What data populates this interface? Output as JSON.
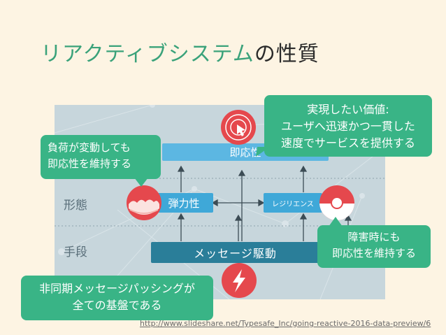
{
  "title": {
    "accent": "リアクティブシステム",
    "rest": "の性質"
  },
  "rows": {
    "form": "形態",
    "means": "手段"
  },
  "diagram": {
    "ondemand": "即応性",
    "elastic": "弾力性",
    "resilient": "レジリエンス",
    "message": "メッセージ駆動"
  },
  "callouts": {
    "value": [
      "実現したい価値:",
      "ユーザへ迅速かつ一貫した",
      "速度でサービスを提供する"
    ],
    "load": [
      "負荷が変動しても",
      "即応性を維持する"
    ],
    "failure": [
      "障害時にも",
      "即応性を維持する"
    ],
    "async": [
      "非同期メッセージパッシングが",
      "全ての基盤である"
    ]
  },
  "source_url": "http://www.slideshare.net/Typesafe_Inc/going-reactive-2016-data-preview/6",
  "icons": {
    "ondemand": "touch-target-icon",
    "elastic": "elastic-ball-icon",
    "resilient": "pokeball-icon",
    "message": "lightning-icon"
  },
  "colors": {
    "accent": "#3aa27a",
    "callout": "#39b486",
    "bar_light": "#5cb7e2",
    "bar_mid": "#3fa8d8",
    "bar_dark": "#2a7e99",
    "icon_red": "#e5484d"
  }
}
